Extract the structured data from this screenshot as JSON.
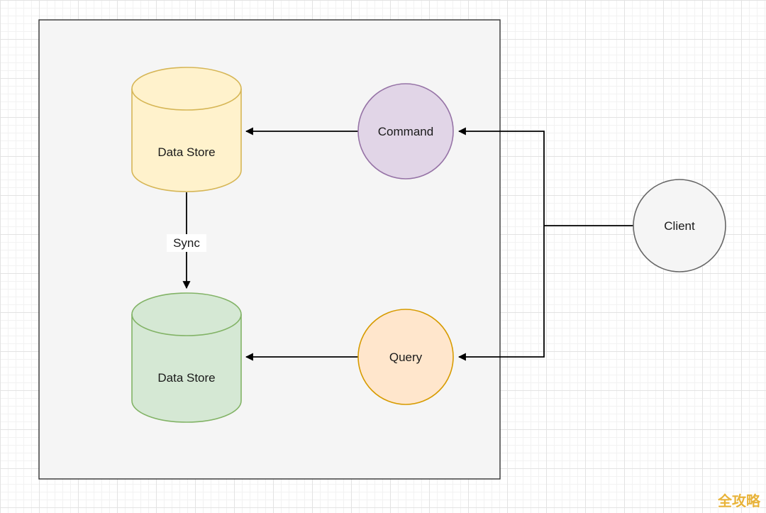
{
  "boundary": {
    "fill": "#F5F5F5",
    "stroke": "#333333"
  },
  "nodes": {
    "data_store_top": {
      "label": "Data Store",
      "shape": "cylinder",
      "fill": "#FFF2CC",
      "stroke": "#D6B656"
    },
    "data_store_bottom": {
      "label": "Data Store",
      "shape": "cylinder",
      "fill": "#D5E8D4",
      "stroke": "#82B366"
    },
    "command": {
      "label": "Command",
      "shape": "circle",
      "fill": "#E1D5E7",
      "stroke": "#9673A6"
    },
    "query": {
      "label": "Query",
      "shape": "circle",
      "fill": "#FFE6CC",
      "stroke": "#D79B00"
    },
    "client": {
      "label": "Client",
      "shape": "circle",
      "fill": "#F5F5F5",
      "stroke": "#666666"
    }
  },
  "edges": {
    "sync": {
      "label": "Sync",
      "from": "Data Store (top)",
      "to": "Data Store (bottom)"
    },
    "command_to_data_store": {
      "from": "Command",
      "to": "Data Store (top)"
    },
    "query_to_data_store": {
      "from": "Query",
      "to": "Data Store (bottom)"
    },
    "client_to_command": {
      "from": "Client",
      "to": "Command"
    },
    "client_to_query": {
      "from": "Client",
      "to": "Query"
    }
  },
  "edge_color": "#000000",
  "watermark": {
    "text": "全攻略",
    "color": "#E8B33A"
  }
}
